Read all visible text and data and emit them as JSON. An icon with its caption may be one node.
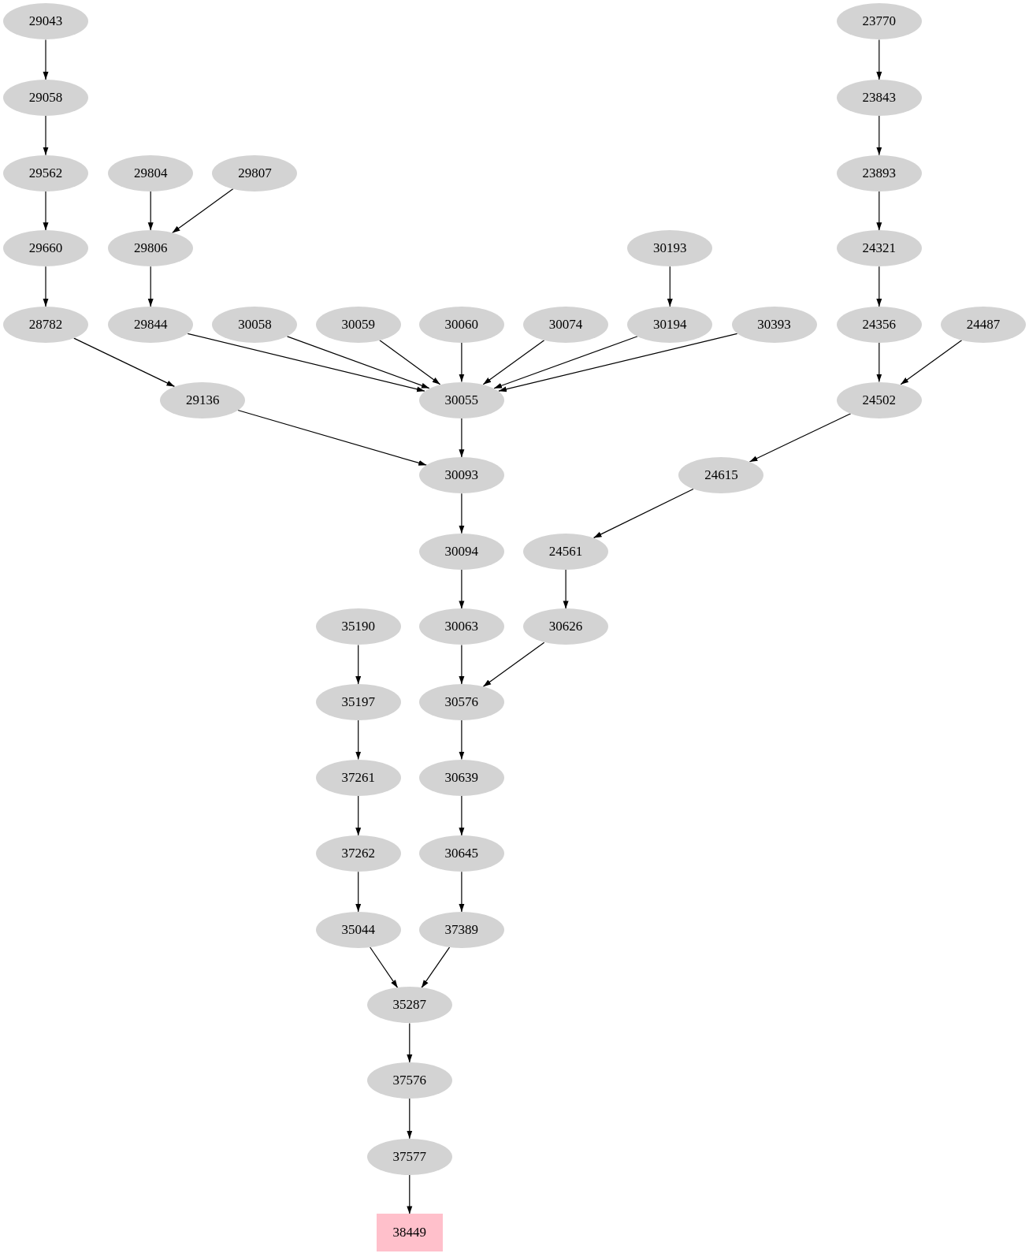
{
  "diagram": {
    "nodes": [
      {
        "text": [
          "29043"
        ]
      },
      {
        "text": [
          "23770"
        ]
      },
      {
        "text": [
          "29058"
        ]
      },
      {
        "text": [
          "23843"
        ]
      },
      {
        "text": [
          "29562"
        ]
      },
      {
        "text": [
          "29804"
        ]
      },
      {
        "text": [
          "29807"
        ]
      },
      {
        "text": [
          "23893"
        ]
      },
      {
        "text": [
          "29660"
        ]
      },
      {
        "text": [
          "29806"
        ]
      },
      {
        "text": [
          "30193"
        ]
      },
      {
        "text": [
          "24321"
        ]
      },
      {
        "text": [
          "28782"
        ]
      },
      {
        "text": [
          "29844"
        ]
      },
      {
        "text": [
          "30058"
        ]
      },
      {
        "text": [
          "30059"
        ]
      },
      {
        "text": [
          "30060"
        ]
      },
      {
        "text": [
          "30074"
        ]
      },
      {
        "text": [
          "30194"
        ]
      },
      {
        "text": [
          "30393"
        ]
      },
      {
        "text": [
          "24356"
        ]
      },
      {
        "text": [
          "24487"
        ]
      },
      {
        "text": [
          "29136"
        ]
      },
      {
        "text": [
          "30055"
        ]
      },
      {
        "text": [
          "24502"
        ]
      },
      {
        "text": [
          "30093"
        ]
      },
      {
        "text": [
          "24615"
        ]
      },
      {
        "text": [
          "30094"
        ]
      },
      {
        "text": [
          "24561"
        ]
      },
      {
        "text": [
          "35190"
        ]
      },
      {
        "text": [
          "30063"
        ]
      },
      {
        "text": [
          "30626"
        ]
      },
      {
        "text": [
          "35197"
        ]
      },
      {
        "text": [
          "30576"
        ]
      },
      {
        "text": [
          "37261"
        ]
      },
      {
        "text": [
          "30639"
        ]
      },
      {
        "text": [
          "37262"
        ]
      },
      {
        "text": [
          "30645"
        ]
      },
      {
        "text": [
          "35044"
        ]
      },
      {
        "text": [
          "37389"
        ]
      },
      {
        "text": [
          "35287"
        ]
      },
      {
        "text": [
          "37576"
        ]
      },
      {
        "text": [
          "37577"
        ]
      },
      {
        "text": [
          "38449"
        ]
      }
    ],
    "edges": [
      {
        "from": 0,
        "to": 2,
        "arrow": "to"
      },
      {
        "from": 2,
        "to": 4,
        "arrow": "to"
      },
      {
        "from": 4,
        "to": 8,
        "arrow": "to"
      },
      {
        "from": 8,
        "to": 12,
        "arrow": "to"
      },
      {
        "from": 12,
        "to": 22,
        "arrow": "to"
      },
      {
        "from": 5,
        "to": 9,
        "arrow": "to"
      },
      {
        "from": 6,
        "to": 9,
        "arrow": "to"
      },
      {
        "from": 9,
        "to": 13,
        "arrow": "to"
      },
      {
        "from": 13,
        "to": 23,
        "arrow": "to"
      },
      {
        "from": 14,
        "to": 23,
        "arrow": "to"
      },
      {
        "from": 15,
        "to": 23,
        "arrow": "to"
      },
      {
        "from": 16,
        "to": 23,
        "arrow": "to"
      },
      {
        "from": 17,
        "to": 23,
        "arrow": "to"
      },
      {
        "from": 18,
        "to": 23,
        "arrow": "to"
      },
      {
        "from": 19,
        "to": 23,
        "arrow": "to"
      },
      {
        "from": 10,
        "to": 18,
        "arrow": "to"
      },
      {
        "from": 1,
        "to": 3,
        "arrow": "to"
      },
      {
        "from": 3,
        "to": 7,
        "arrow": "to"
      },
      {
        "from": 7,
        "to": 11,
        "arrow": "to"
      },
      {
        "from": 11,
        "to": 20,
        "arrow": "to"
      },
      {
        "from": 20,
        "to": 24,
        "arrow": "to"
      },
      {
        "from": 21,
        "to": 24,
        "arrow": "to"
      },
      {
        "from": 24,
        "to": 26,
        "arrow": "to"
      },
      {
        "from": 26,
        "to": 28,
        "arrow": "to"
      },
      {
        "from": 28,
        "to": 31,
        "arrow": "to"
      },
      {
        "from": 31,
        "to": 33,
        "arrow": "to"
      },
      {
        "from": 22,
        "to": 25,
        "arrow": "to"
      },
      {
        "from": 23,
        "to": 25,
        "arrow": "to"
      },
      {
        "from": 25,
        "to": 27,
        "arrow": "to"
      },
      {
        "from": 27,
        "to": 30,
        "arrow": "to"
      },
      {
        "from": 30,
        "to": 33,
        "arrow": "to"
      },
      {
        "from": 33,
        "to": 35,
        "arrow": "to"
      },
      {
        "from": 35,
        "to": 37,
        "arrow": "to"
      },
      {
        "from": 37,
        "to": 39,
        "arrow": "to"
      },
      {
        "from": 29,
        "to": 32,
        "arrow": "to"
      },
      {
        "from": 32,
        "to": 34,
        "arrow": "to"
      },
      {
        "from": 34,
        "to": 36,
        "arrow": "to"
      },
      {
        "from": 36,
        "to": 38,
        "arrow": "to"
      },
      {
        "from": 38,
        "to": 40,
        "arrow": "to"
      },
      {
        "from": 39,
        "to": 40,
        "arrow": "to"
      },
      {
        "from": 40,
        "to": 41,
        "arrow": "to"
      },
      {
        "from": 41,
        "to": 42,
        "arrow": "to"
      },
      {
        "from": 42,
        "to": 43,
        "arrow": "to"
      }
    ]
  }
}
